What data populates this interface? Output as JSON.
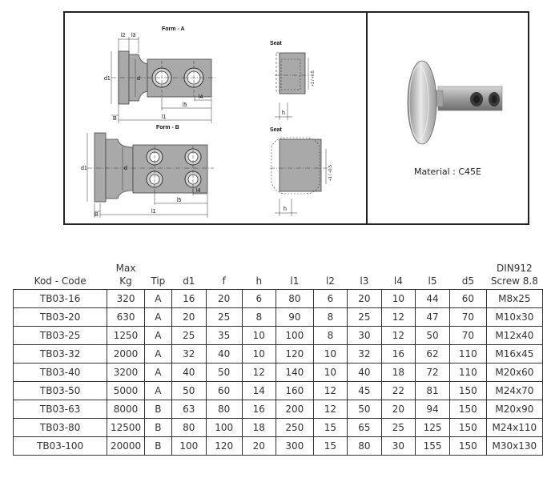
{
  "figure": {
    "form_a": "Form - A",
    "form_b": "Form - B",
    "seat_a": "Seat",
    "seat_b": "Seat",
    "material": "Material : C45E",
    "dims_a": {
      "l2": "l2",
      "l3": "l3",
      "d1": "d1",
      "d": "d",
      "l4": "l4",
      "l5": "l5",
      "l1": "l1",
      "b": "B"
    },
    "dims_b": {
      "d1": "d1",
      "d": "d",
      "l4": "l4",
      "l5": "l5",
      "l1": "l1",
      "b": "B"
    },
    "seat_dims": {
      "tol": "+1 / +0.5",
      "h": "h"
    }
  },
  "table": {
    "headers": [
      "Kod - Code",
      "Max\nKg",
      "Tip",
      "d1",
      "f",
      "h",
      "l1",
      "l2",
      "l3",
      "l4",
      "l5",
      "d5",
      "DIN912\nScrew 8.8"
    ],
    "rows": [
      [
        "TB03-16",
        "320",
        "A",
        "16",
        "20",
        "6",
        "80",
        "6",
        "20",
        "10",
        "44",
        "60",
        "M8x25"
      ],
      [
        "TB03-20",
        "630",
        "A",
        "20",
        "25",
        "8",
        "90",
        "8",
        "25",
        "12",
        "47",
        "70",
        "M10x30"
      ],
      [
        "TB03-25",
        "1250",
        "A",
        "25",
        "35",
        "10",
        "100",
        "8",
        "30",
        "12",
        "50",
        "70",
        "M12x40"
      ],
      [
        "TB03-32",
        "2000",
        "A",
        "32",
        "40",
        "10",
        "120",
        "10",
        "32",
        "16",
        "62",
        "110",
        "M16x45"
      ],
      [
        "TB03-40",
        "3200",
        "A",
        "40",
        "50",
        "12",
        "140",
        "10",
        "40",
        "18",
        "72",
        "110",
        "M20x60"
      ],
      [
        "TB03-50",
        "5000",
        "A",
        "50",
        "60",
        "14",
        "160",
        "12",
        "45",
        "22",
        "81",
        "150",
        "M24x70"
      ],
      [
        "TB03-63",
        "8000",
        "B",
        "63",
        "80",
        "16",
        "200",
        "12",
        "50",
        "20",
        "94",
        "150",
        "M20x90"
      ],
      [
        "TB03-80",
        "12500",
        "B",
        "80",
        "100",
        "18",
        "250",
        "15",
        "65",
        "25",
        "125",
        "150",
        "M24x110"
      ],
      [
        "TB03-100",
        "20000",
        "B",
        "100",
        "120",
        "20",
        "300",
        "15",
        "80",
        "30",
        "155",
        "150",
        "M30x130"
      ]
    ]
  }
}
